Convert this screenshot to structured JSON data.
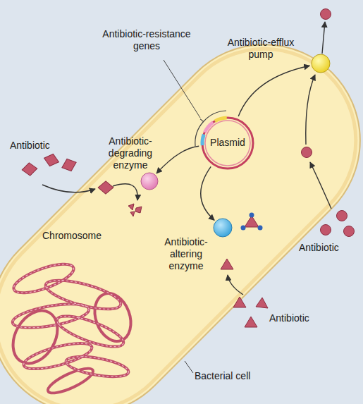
{
  "diagram": {
    "nodes": [
      {
        "text": [
          "Bacterial cell"
        ]
      },
      {
        "text": [
          "Plasmid"
        ],
        "in": 0
      },
      {
        "text": [
          "Antibiotic-degrading enzyme"
        ],
        "in": 0
      },
      {
        "text": [
          "Antibiotic-altering enzyme"
        ],
        "in": 0
      },
      {
        "text": [
          "Antibiotic-efflux pump"
        ],
        "in": 0
      }
    ],
    "edges": [
      {
        "from": 1,
        "to": 2,
        "arrow": "to"
      },
      {
        "from": 1,
        "to": 3,
        "arrow": "to"
      },
      {
        "from": 1,
        "to": 4,
        "arrow": "to"
      }
    ],
    "labels": [
      "Antibiotic-resistance genes",
      "Chromosome",
      "Antibiotic",
      "Antibiotic",
      "Antibiotic"
    ]
  }
}
